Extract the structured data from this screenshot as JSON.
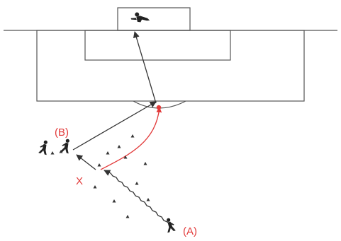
{
  "labels": {
    "player_a": "(A)",
    "player_b": "(B)",
    "cone_marker": "X"
  },
  "colors": {
    "field_lines": "#555555",
    "pass_lines": "#333333",
    "run_path": "#e23a3a",
    "label_red": "#e23a3a",
    "cones": "#333333",
    "player": "#222222"
  },
  "icons": [
    "goalkeeper-icon",
    "player-icon",
    "cone-icon",
    "ball-icon"
  ]
}
